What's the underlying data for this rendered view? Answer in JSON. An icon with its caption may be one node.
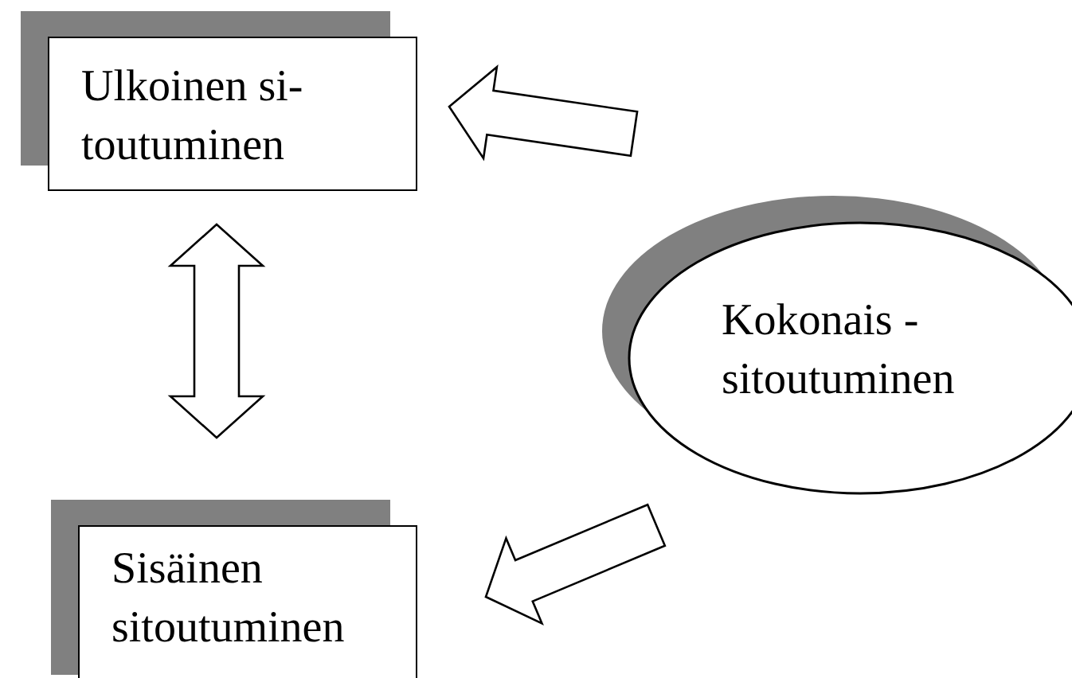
{
  "diagram": {
    "nodes": [
      {
        "text": [
          "Ulkoinen si- toutuminen"
        ]
      },
      {
        "text": [
          "Sisäinen sitoutuminen"
        ]
      },
      {
        "text": [
          "Kokonais - sitoutuminen"
        ]
      }
    ],
    "edges": [
      {
        "from": 2,
        "to": 0,
        "arrow": "to"
      },
      {
        "from": 2,
        "to": 1,
        "arrow": "to"
      },
      {
        "from": 0,
        "to": 1,
        "arrow": "both"
      }
    ]
  }
}
